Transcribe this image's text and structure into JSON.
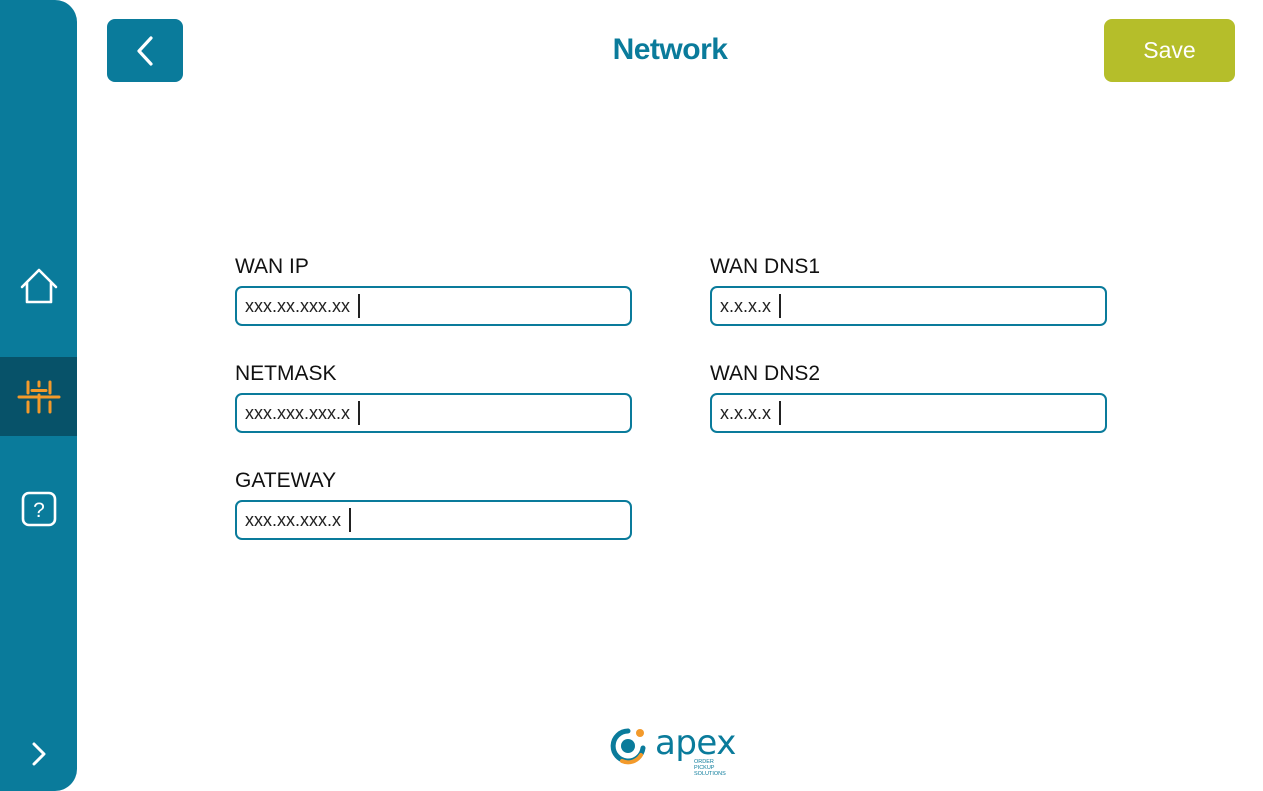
{
  "sidebar": {
    "items": [
      {
        "icon": "home-icon",
        "active": false
      },
      {
        "icon": "sliders-icon",
        "active": true
      },
      {
        "icon": "help-icon",
        "active": false
      }
    ],
    "expand_icon": "chevron-right-icon"
  },
  "header": {
    "back_icon": "chevron-left-icon",
    "title": "Network",
    "save_label": "Save"
  },
  "form": {
    "wan_ip": {
      "label": "WAN IP",
      "value": "xxx.xx.xxx.xx"
    },
    "netmask": {
      "label": "NETMASK",
      "value": "xxx.xxx.xxx.x"
    },
    "gateway": {
      "label": "GATEWAY",
      "value": "xxx.xx.xxx.x"
    },
    "wan_dns1": {
      "label": "WAN DNS1",
      "value": "x.x.x.x"
    },
    "wan_dns2": {
      "label": "WAN DNS2",
      "value": "x.x.x.x"
    }
  },
  "footer": {
    "logo_word": "apex",
    "logo_sub": "ORDER PICKUP SOLUTIONS"
  },
  "colors": {
    "primary": "#0a7b9b",
    "primary_dark": "#075269",
    "accent": "#b5be2a",
    "logo_orange": "#f39a2b"
  }
}
